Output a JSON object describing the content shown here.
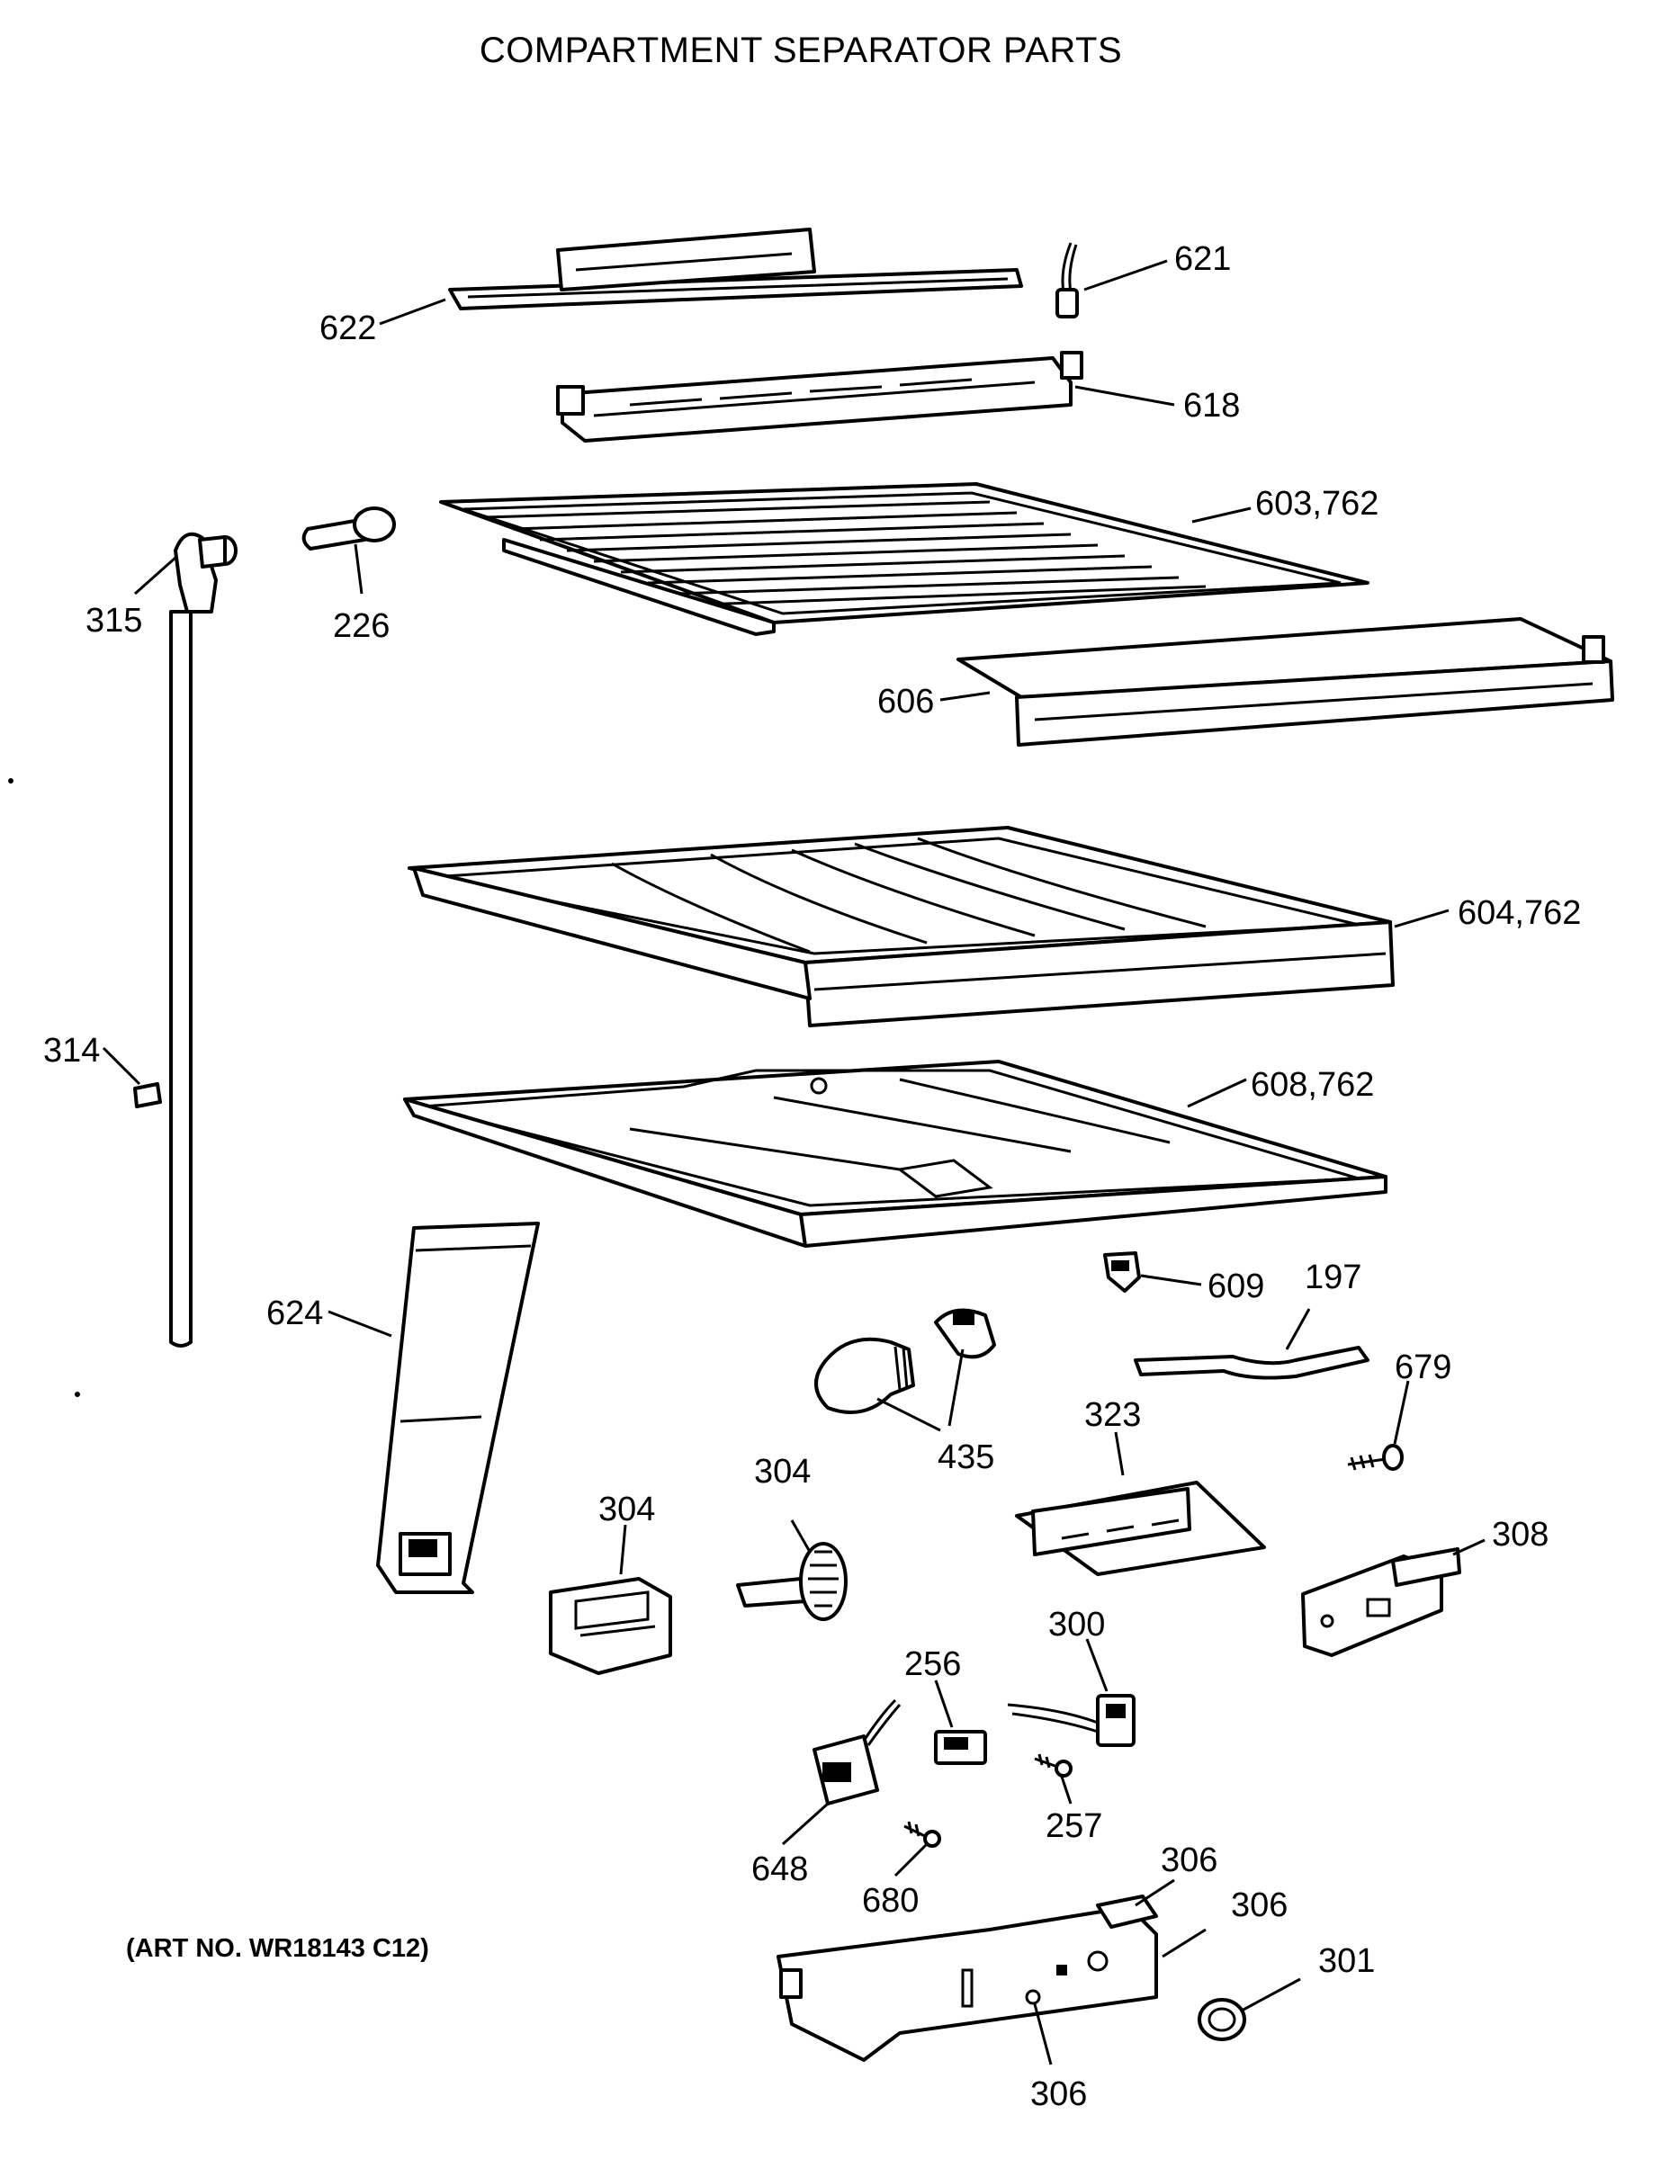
{
  "title": "COMPARTMENT SEPARATOR PARTS",
  "art_number": "(ART NO. WR18143 C12)",
  "callouts": {
    "c622": "622",
    "c621": "621",
    "c618": "618",
    "c603": "603,762",
    "c315": "315",
    "c226": "226",
    "c606": "606",
    "c604": "604,762",
    "c314": "314",
    "c608": "608,762",
    "c624": "624",
    "c609": "609",
    "c197": "197",
    "c679": "679",
    "c435": "435",
    "c323": "323",
    "c304a": "304",
    "c304b": "304",
    "c308": "308",
    "c256": "256",
    "c300": "300",
    "c257": "257",
    "c648": "648",
    "c680": "680",
    "c306a": "306",
    "c306b": "306",
    "c301": "301",
    "c306c": "306"
  }
}
